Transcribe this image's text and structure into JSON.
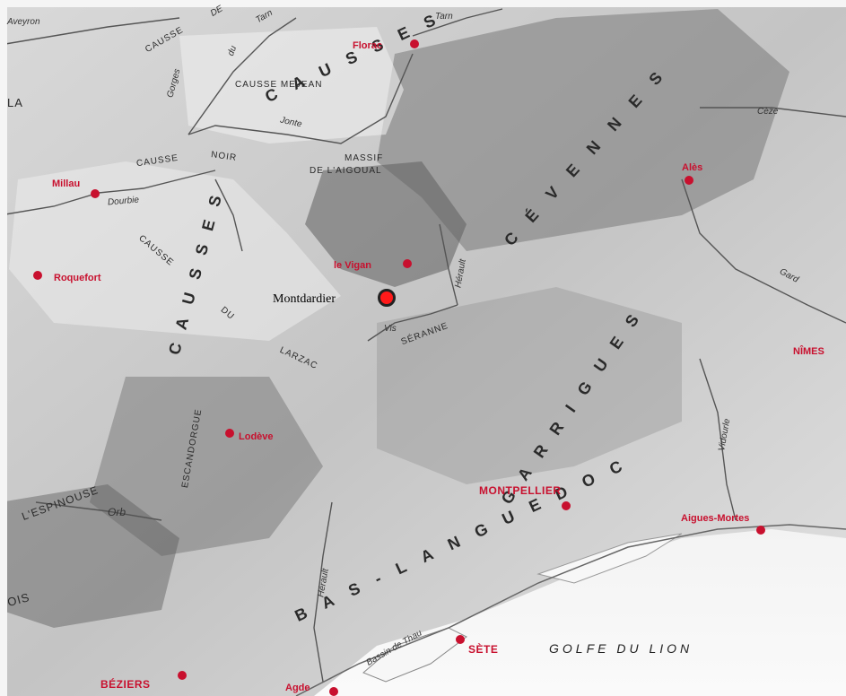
{
  "regions": {
    "causses": "CAUSSES",
    "causses_lower": "CAUSSES",
    "cevennes": "CÉVENNES",
    "garrigues": "GARRIGUES",
    "bas_languedoc": "BAS-LANGUEDOC"
  },
  "plateaus": {
    "causse_mejean": "CAUSSE MEJEAN",
    "causse_noir_1": "CAUSSE",
    "causse_noir_2": "NOIR",
    "massif_1": "MASSIF",
    "massif_2": "DE L'AIGOUAL",
    "causse_top": "CAUSSE",
    "causse_du": "CAUSSE",
    "du": "DU",
    "larzac": "LARZAC",
    "seranne": "SÉRANNE",
    "escandorgue": "ESCANDORGUE",
    "espinouse": "L'ESPINOUSE",
    "la": "LA",
    "ois": "OIS"
  },
  "rivers": {
    "aveyron": "Aveyron",
    "tarn": "Tarn",
    "tarn2": "Tarn",
    "gorges_du": "Gorges",
    "du": "du",
    "jonte": "Jonte",
    "ceze": "Cèze",
    "dourbie": "Dourbie",
    "herault_top": "Hérault",
    "vis": "Vis",
    "gard": "Gard",
    "vidourle": "Vidourle",
    "orb": "Orb",
    "herault_bottom": "Hérault",
    "bassin": "Bassin de Thau",
    "de_top": "DE"
  },
  "cities": {
    "florac": "Florac",
    "millau": "Millau",
    "ales": "Alès",
    "le_vigan": "le Vigan",
    "roquefort": "Roquefort",
    "lodeve": "Lodève",
    "montpellier": "MONTPELLIER",
    "aigues_mortes": "Aigues-Mortes",
    "nimes": "NÎMES",
    "sete": "SÈTE",
    "beziers": "BÉZIERS",
    "agde": "Agde"
  },
  "sea": "GOLFE DU LION",
  "marker": "Montdardier"
}
